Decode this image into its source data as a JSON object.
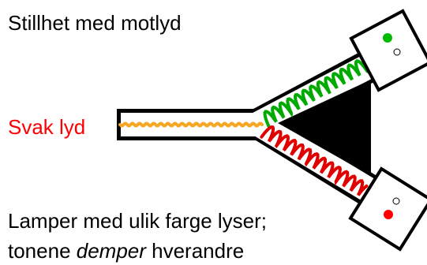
{
  "texts": {
    "title": "Stillhet med motlyd",
    "input_label": "Svak lyd",
    "caption_line1": "Lamper med ulik farge lyser;",
    "caption_line2_pre": "tonene ",
    "caption_line2_em": "demper",
    "caption_line2_post": " hverandre"
  },
  "colors": {
    "input_label": "#ff0000",
    "weak_sound_wave": "#f5a623",
    "upper_wave": "#00aa00",
    "lower_wave": "#e00000",
    "upper_lamp_on": "#00bb00",
    "lower_lamp_on": "#ff0000"
  },
  "lamps": {
    "upper": {
      "lit": "green",
      "unlit": "white"
    },
    "lower": {
      "lit": "red",
      "unlit": "white"
    }
  }
}
